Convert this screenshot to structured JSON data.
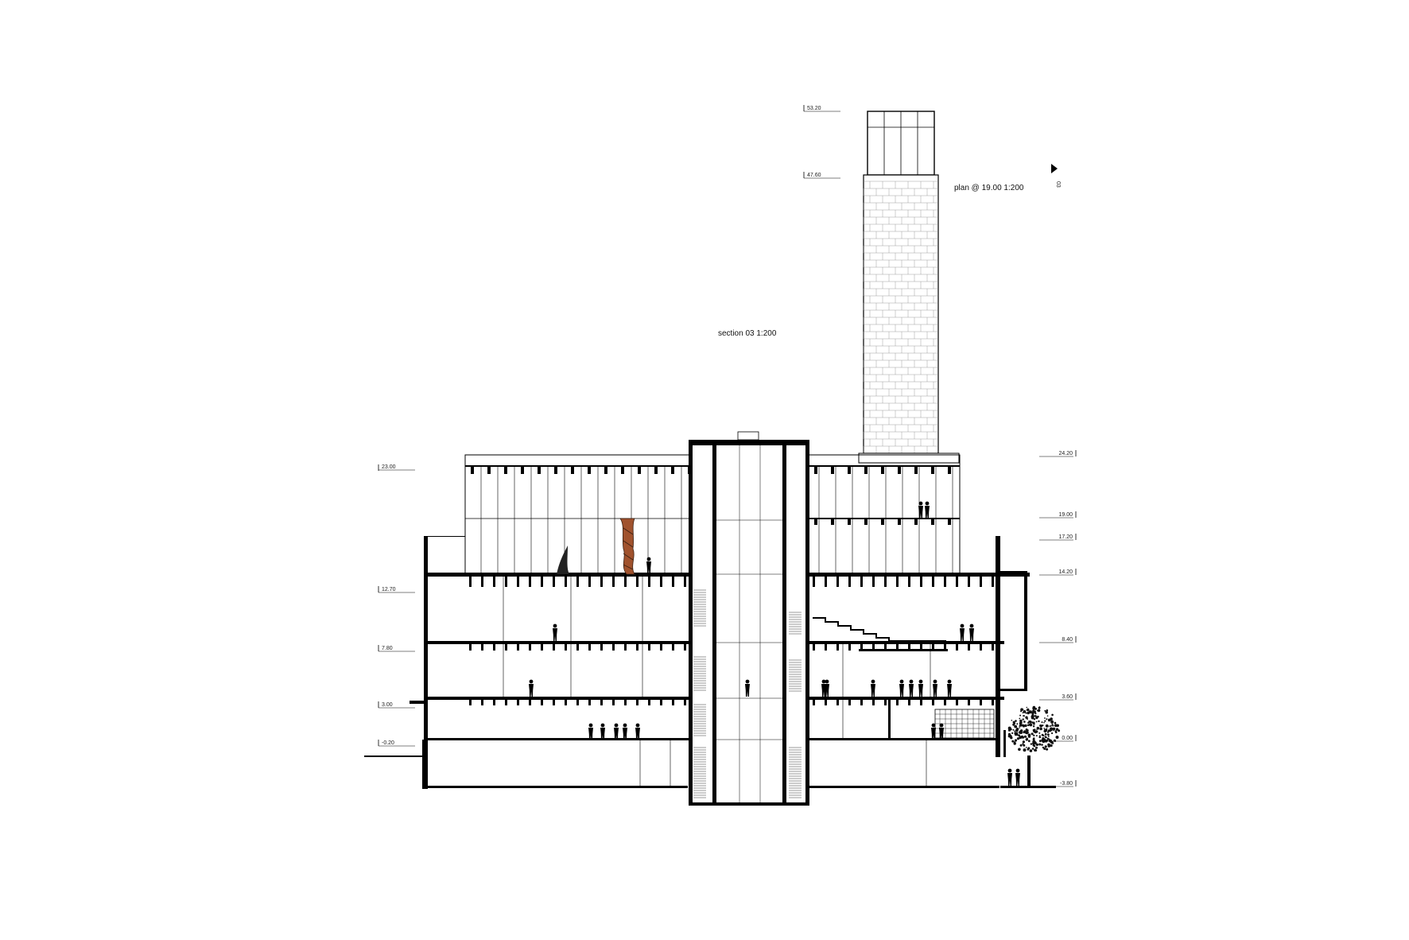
{
  "titles": {
    "section": "section 03 1:200",
    "plan": "plan @ 19.00 1:200",
    "marker": "03"
  },
  "levels_left": [
    "23.00",
    "12.70",
    "7.80",
    "3.00",
    "-0.20"
  ],
  "levels_right": [
    "24.20",
    "19.00",
    "17.20",
    "14.20",
    "8.40",
    "3.60",
    "0.00",
    "-3.80"
  ],
  "levels_tower": [
    "53.20",
    "47.60"
  ],
  "colors": {
    "line": "#000000",
    "sculpture": "#a0522d",
    "tree": "#111111"
  }
}
